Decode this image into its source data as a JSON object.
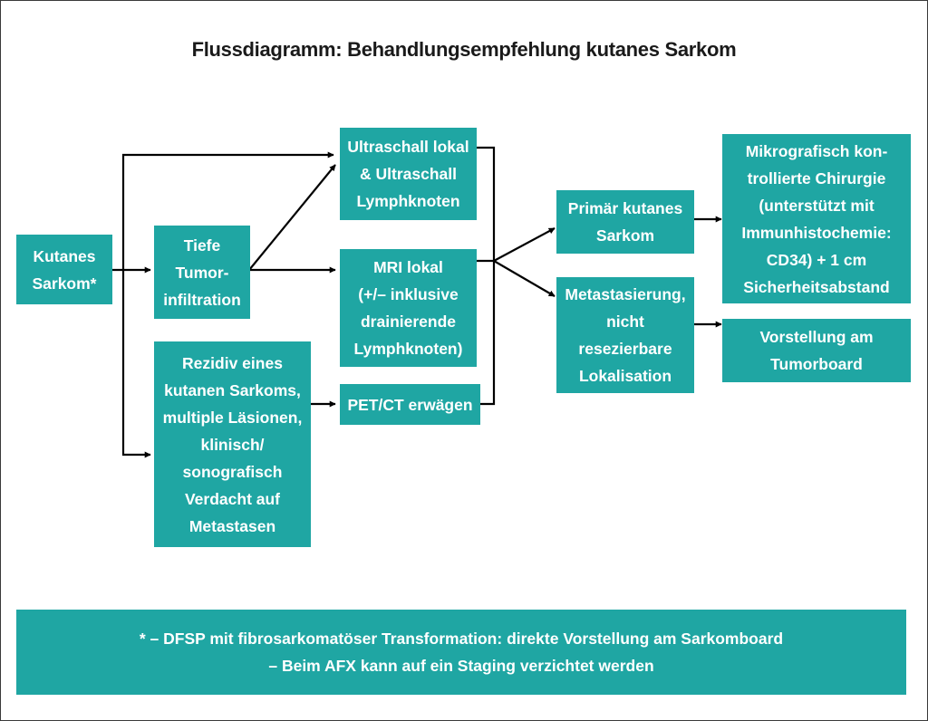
{
  "title": "Flussdiagramm: Behandlungsempfehlung kutanes Sarkom",
  "nodes": {
    "kutanes_sarkom": "Kutanes\nSarkom*",
    "tiefe_tumorinfiltration": "Tiefe\nTumor-\ninfiltration",
    "rezidiv": "Rezidiv eines\nkutanen Sarkoms,\nmultiple Läsionen,\nklinisch/\nsonografisch\nVerdacht auf\nMetastasen",
    "ultraschall": "Ultraschall lokal\n& Ultraschall\nLymphknoten",
    "mri": "MRI lokal\n(+/– inklusive\ndrainierende\nLymphknoten)",
    "petct": "PET/CT erwägen",
    "primaer": "Primär kutanes\nSarkom",
    "metastasierung": "Metastasierung,\nnicht\nresezierbare\nLokalisation",
    "mikrografisch": "Mikrografisch kon-\ntrollierte Chirurgie\n(unterstützt mit\nImmunhistochemie:\nCD34) + 1 cm\nSicherheitsabstand",
    "tumorboard": "Vorstellung am\nTumorboard"
  },
  "footnote": {
    "line1": "* – DFSP mit fibrosarkomatöser Transformation: direkte Vorstellung am Sarkomboard",
    "line2": "– Beim AFX kann auf ein Staging verzichtet werden"
  },
  "colors": {
    "box_fill": "#1fa6a3",
    "text_on_box": "#ffffff",
    "arrow": "#000000"
  }
}
